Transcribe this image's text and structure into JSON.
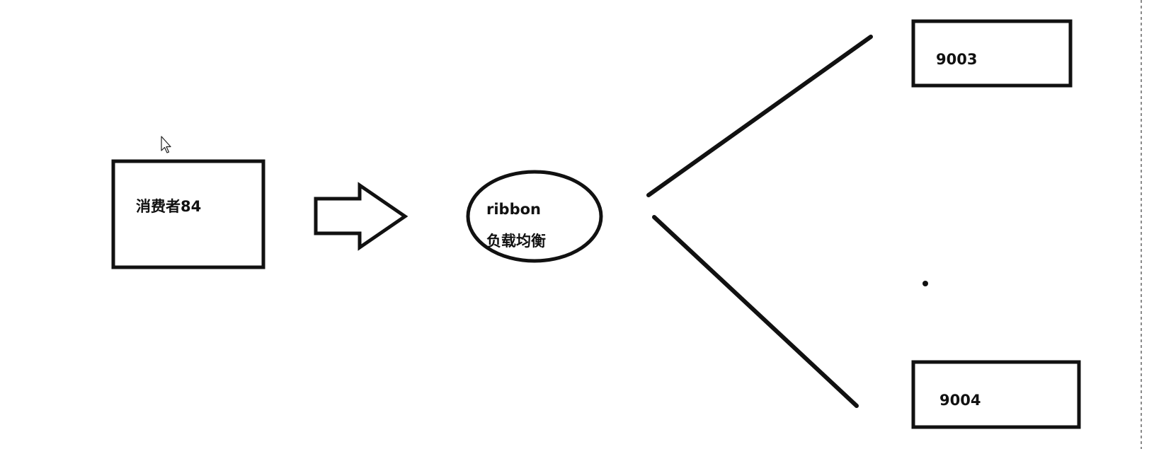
{
  "diagram": {
    "nodes": {
      "consumer": {
        "label": "消费者84"
      },
      "ribbon": {
        "label_line1": "ribbon",
        "label_line2": "负载均衡"
      },
      "server_a": {
        "label": "9003"
      },
      "server_b": {
        "label": "9004"
      }
    },
    "edges": [
      {
        "from": "consumer",
        "to": "ribbon",
        "style": "hollow-arrow"
      },
      {
        "from": "ribbon",
        "to": "server_a",
        "style": "line"
      },
      {
        "from": "ribbon",
        "to": "server_b",
        "style": "line"
      }
    ],
    "colors": {
      "stroke": "#111111",
      "background": "#ffffff",
      "border_dashed": "#8a8a8a"
    }
  }
}
